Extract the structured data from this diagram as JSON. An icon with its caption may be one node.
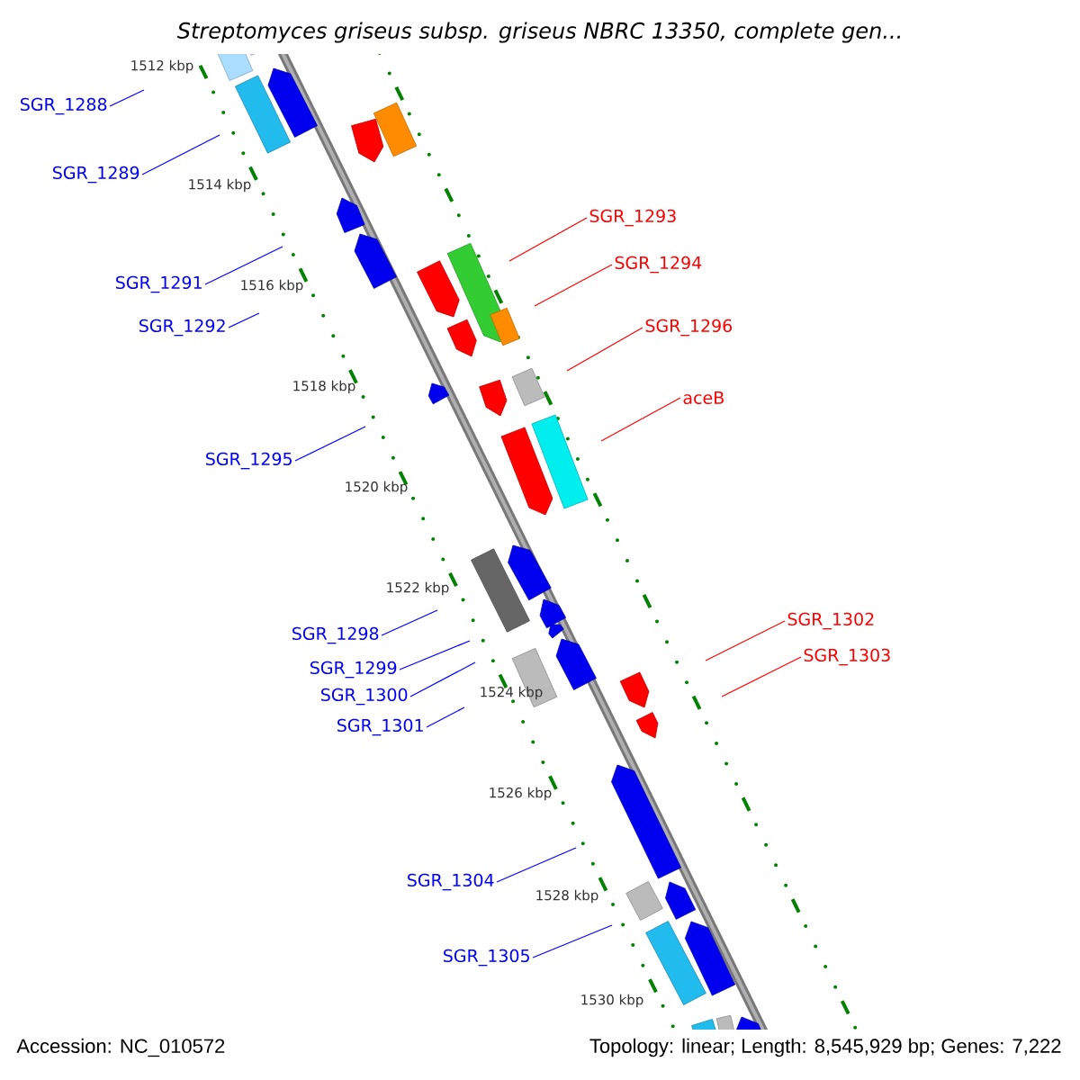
{
  "diagram": {
    "title": "Streptomyces griseus subsp. griseus NBRC 13350, complete gen...",
    "nodes": [
      {
        "text": [
          "SGR_1288"
        ]
      },
      {
        "text": [
          "SGR_1289"
        ]
      },
      {
        "text": [
          "SGR_1291"
        ]
      },
      {
        "text": [
          "SGR_1292"
        ]
      },
      {
        "text": [
          "SGR_1295"
        ]
      },
      {
        "text": [
          "SGR_1298"
        ]
      },
      {
        "text": [
          "SGR_1299"
        ]
      },
      {
        "text": [
          "SGR_1300"
        ]
      },
      {
        "text": [
          "SGR_1301"
        ]
      },
      {
        "text": [
          "SGR_1304"
        ]
      },
      {
        "text": [
          "SGR_1305"
        ]
      },
      {
        "text": [
          "SGR_1293"
        ]
      },
      {
        "text": [
          "SGR_1294"
        ]
      },
      {
        "text": [
          "SGR_1296"
        ]
      },
      {
        "text": [
          "aceB"
        ]
      },
      {
        "text": [
          "SGR_1302"
        ]
      },
      {
        "text": [
          "SGR_1303"
        ]
      }
    ],
    "edges": [
      {
        "from": 0,
        "to": null,
        "arrow": "none"
      },
      {
        "from": 1,
        "to": null,
        "arrow": "none"
      },
      {
        "from": 2,
        "to": null,
        "arrow": "none"
      },
      {
        "from": 3,
        "to": null,
        "arrow": "none"
      },
      {
        "from": 4,
        "to": null,
        "arrow": "none"
      },
      {
        "from": 5,
        "to": null,
        "arrow": "none"
      },
      {
        "from": 6,
        "to": null,
        "arrow": "none"
      },
      {
        "from": 7,
        "to": null,
        "arrow": "none"
      },
      {
        "from": 8,
        "to": null,
        "arrow": "none"
      },
      {
        "from": 9,
        "to": null,
        "arrow": "none"
      },
      {
        "from": 10,
        "to": null,
        "arrow": "none"
      },
      {
        "from": 11,
        "to": null,
        "arrow": "none",
        "color": "#ff0000"
      },
      {
        "from": 12,
        "to": null,
        "arrow": "none",
        "color": "#ff0000"
      },
      {
        "from": 13,
        "to": null,
        "arrow": "none",
        "color": "#ff0000"
      },
      {
        "from": 14,
        "to": null,
        "arrow": "none",
        "color": "#ff0000"
      },
      {
        "from": 15,
        "to": null,
        "arrow": "none",
        "color": "#ff0000"
      },
      {
        "from": 16,
        "to": null,
        "arrow": "none",
        "color": "#ff0000"
      }
    ],
    "labels": [
      "1512 kbp",
      "1514 kbp",
      "1516 kbp",
      "1518 kbp",
      "1520 kbp",
      "1522 kbp",
      "1524 kbp",
      "1526 kbp",
      "1528 kbp",
      "1530 kbp",
      "Accession: NC_010572",
      "Topology: linear; Length: 8,545,929 bp; Genes: 7,222"
    ]
  }
}
